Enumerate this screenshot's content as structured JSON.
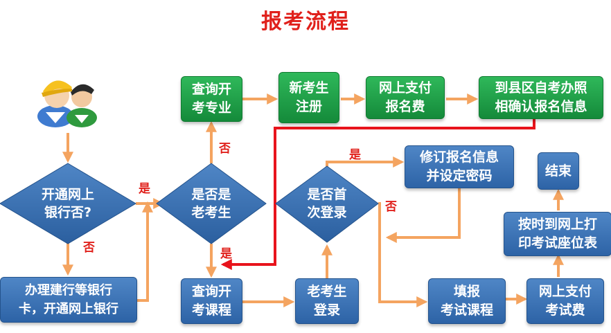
{
  "title": "报考流程",
  "nodes": {
    "query_major": "查询开\n考专业",
    "new_register": "新考生\n注册",
    "pay_fee": "网上支付\n报名费",
    "photo_confirm": "到县区自考办照\n相确认报名信息",
    "open_bank_q": "开通网上\n银行否?",
    "old_candidate_q": "是否是\n老考生",
    "first_login_q": "是否首\n次登录",
    "revise_info": "修订报名信息\n并设定密码",
    "end": "结束",
    "print_ticket": "按时到网上打\n印考试座位表",
    "open_bank_card": "办理建行等银行\n卡，开通网上银行",
    "query_courses": "查询开\n考课程",
    "old_login": "老考生\n登录",
    "fill_courses": "填报\n考试课程",
    "pay_exam": "网上支付\n考试费"
  },
  "labels": {
    "yes1": "是",
    "no1": "否",
    "no2": "否",
    "yes2": "是",
    "yes3": "是",
    "no3": "否"
  },
  "colors": {
    "title": "#e0201b",
    "green_box": "#1e9e47",
    "blue_box": "#3a73b8",
    "arrow": "#f4a460",
    "red_line": "#e8141c"
  }
}
